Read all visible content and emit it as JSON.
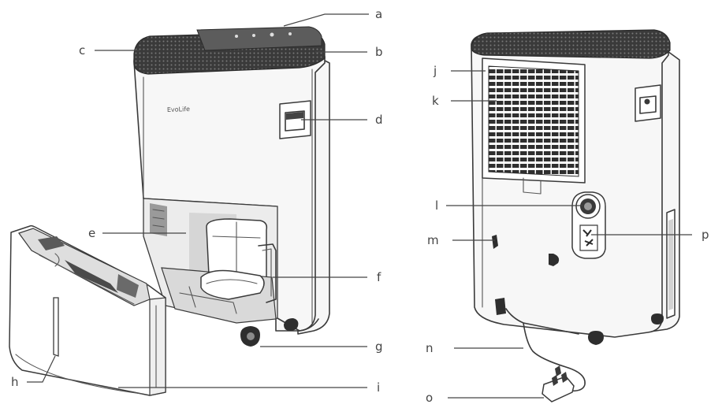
{
  "brand_text": "EvoLife",
  "labels": {
    "a": "a",
    "b": "b",
    "c": "c",
    "d": "d",
    "e": "e",
    "f": "f",
    "g": "g",
    "h": "h",
    "i": "i",
    "j": "j",
    "k": "k",
    "l": "l",
    "m": "m",
    "n": "n",
    "o": "o",
    "p": "p"
  }
}
